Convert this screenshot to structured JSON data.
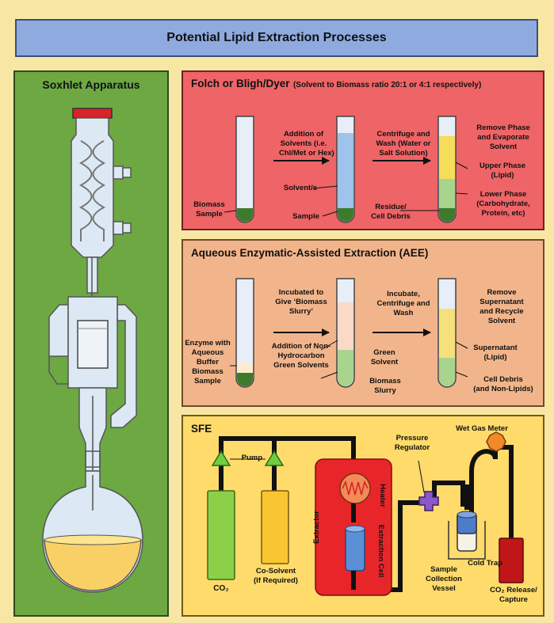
{
  "header": {
    "title": "Potential Lipid Extraction Processes"
  },
  "soxhlet": {
    "title": "Soxhlet Apparatus"
  },
  "folch": {
    "title": "Folch or Bligh/Dyer",
    "subtitle": "(Solvent to Biomass ratio 20:1 or 4:1 respectively)",
    "step1_l1": "Addition of",
    "step1_l2": "Solvents (i.e.",
    "step1_l3": "Chl/Met or Hex)",
    "step2_l1": "Centrifuge and",
    "step2_l2": "Wash (Water or",
    "step2_l3": "Salt Solution)",
    "step3_l1": "Remove Phase",
    "step3_l2": "and Evaporate",
    "step3_l3": "Solvent",
    "biomass_l1": "Biomass",
    "biomass_l2": "Sample",
    "solvents": "Solvent/s",
    "sample": "Sample",
    "residue_l1": "Residue/",
    "residue_l2": "Cell Debris",
    "upper_l1": "Upper Phase",
    "upper_l2": "(Lipid)",
    "lower_l1": "Lower Phase",
    "lower_l2": "(Carbohydrate,",
    "lower_l3": "Protein, etc)"
  },
  "aee": {
    "title": "Aqueous Enzymatic-Assisted Extraction (AEE)",
    "step1_l1": "Incubated to",
    "step1_l2": "Give ‘Biomass",
    "step1_l3": "Slurry’",
    "step1b_l1": "Addition of Non-",
    "step1b_l2": "Hydrocarbon",
    "step1b_l3": "Green Solvents",
    "step2_l1": "Incubate,",
    "step2_l2": "Centrifuge and",
    "step2_l3": "Wash",
    "step3_l1": "Remove",
    "step3_l2": "Supernatant",
    "step3_l3": "and Recycle",
    "step3_l4": "Solvent",
    "enzyme_l1": "Enzyme with",
    "enzyme_l2": "Aqueous",
    "enzyme_l3": "Buffer",
    "enzyme_l4": "Biomass",
    "enzyme_l5": "Sample",
    "green_l1": "Green",
    "green_l2": "Solvent",
    "slurry_l1": "Biomass",
    "slurry_l2": "Slurry",
    "super_l1": "Supernatant",
    "super_l2": "(Lipid)",
    "debris_l1": "Cell Debris",
    "debris_l2": "(and Non-Lipids)"
  },
  "sfe": {
    "title": "SFE",
    "pump": "Pump",
    "pressure_l1": "Pressure",
    "pressure_l2": "Regulator",
    "wet_gas": "Wet Gas Meter",
    "extractor": "Extractor",
    "heater": "Heater",
    "extraction_cell": "Extraction Cell",
    "co2": "CO₂",
    "cosolvent_l1": "Co-Solvent",
    "cosolvent_l2": "(If Required)",
    "cold_trap": "Cold Trap",
    "sample_coll_l1": "Sample",
    "sample_coll_l2": "Collection",
    "sample_coll_l3": "Vessel",
    "co2_release_l1": "CO₂ Release/",
    "co2_release_l2": "Capture"
  }
}
